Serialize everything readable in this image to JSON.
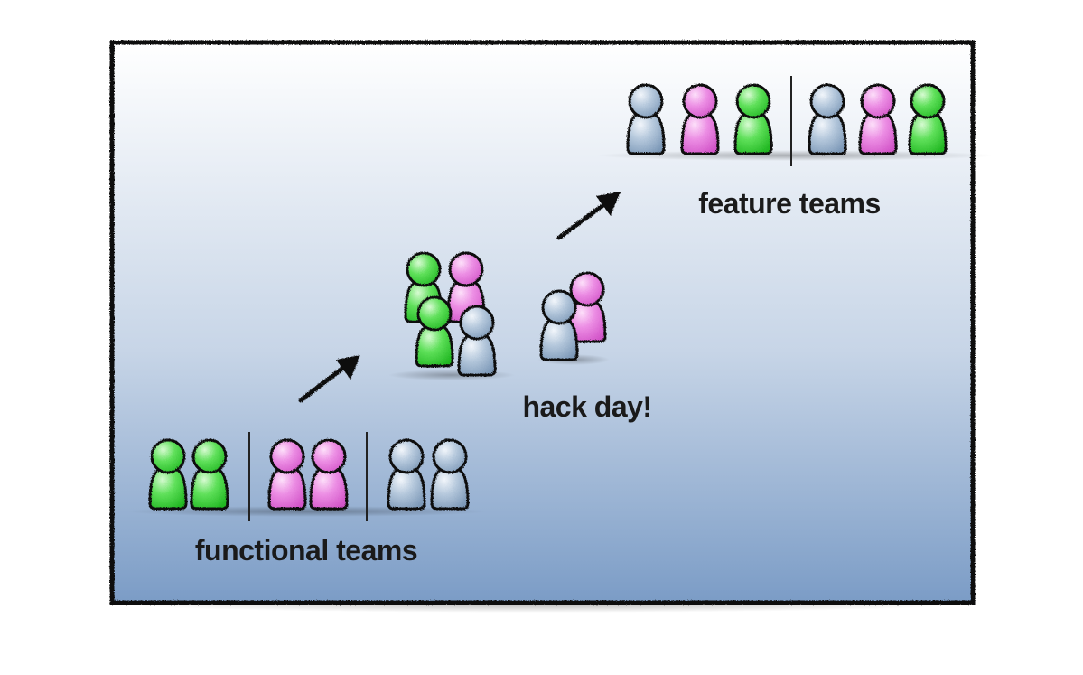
{
  "labels": {
    "functional": "functional teams",
    "hack": "hack day!",
    "feature": "feature teams"
  },
  "colors": {
    "green": "#39d43a",
    "pink": "#e46ddb",
    "blue": "#8eabc9",
    "frame": "#111111",
    "bg_top": "#ffffff",
    "bg_bottom": "#7a9cc6"
  },
  "groups": {
    "functional": [
      "green",
      "green",
      "pink",
      "pink",
      "blue",
      "blue"
    ],
    "hack_cluster_a": [
      "green",
      "pink",
      "green",
      "blue"
    ],
    "hack_cluster_b": [
      "pink",
      "blue"
    ],
    "feature": [
      "blue",
      "pink",
      "green",
      "blue",
      "pink",
      "green"
    ]
  }
}
